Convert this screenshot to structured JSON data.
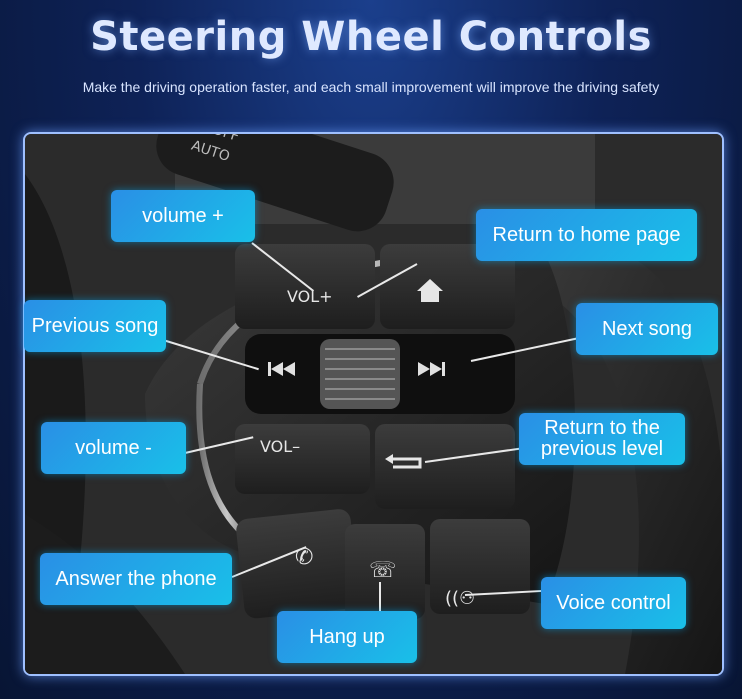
{
  "header": {
    "title": "Steering Wheel Controls",
    "subtitle": "Make the driving operation faster, and each small improvement will improve the driving safety"
  },
  "wheel": {
    "vol_plus": "VOL+",
    "vol_minus": "VOL–",
    "stalk_text": "AUTO",
    "stalk_off": "OFF"
  },
  "callouts": {
    "volume_up": "volume +",
    "home": "Return to home page",
    "previous_song": "Previous song",
    "next_song": "Next song",
    "volume_down": "volume -",
    "back": "Return to the previous level",
    "answer": "Answer the phone",
    "hang_up": "Hang up",
    "voice": "Voice control"
  },
  "icons": {
    "home": "home-icon",
    "prev": "prev-track-icon",
    "next": "next-track-icon",
    "back": "return-icon",
    "answer": "phone-answer-icon",
    "hangup": "phone-hangup-icon",
    "voice": "voice-icon"
  },
  "colors": {
    "callout": "#1fa8e6",
    "background": "#0e2257",
    "title": "#dfe9ff"
  }
}
